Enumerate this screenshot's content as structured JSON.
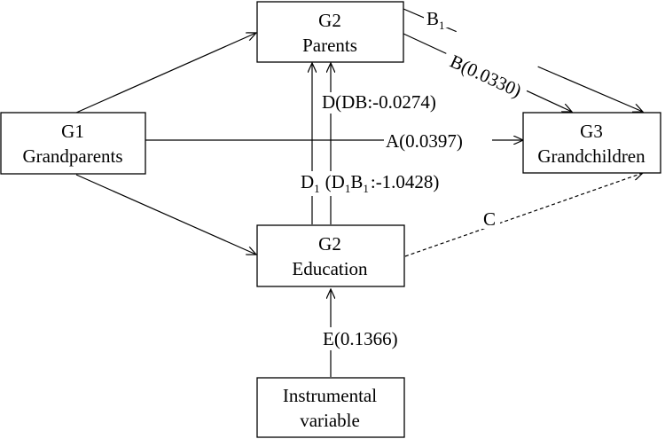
{
  "nodes": {
    "g2_parents": {
      "line1": "G2",
      "line2": "Parents"
    },
    "g1_grandparents": {
      "line1": "G1",
      "line2": "Grandparents"
    },
    "g3_grandchildren": {
      "line1": "G3",
      "line2": "Grandchildren"
    },
    "g2_education": {
      "line1": "G2",
      "line2": "Education"
    },
    "instrument": {
      "line1": "Instrumental",
      "line2": "variable"
    }
  },
  "edges": {
    "b1": {
      "main": "B",
      "sub": "1"
    },
    "b": {
      "label": "B(0.0330)"
    },
    "a": {
      "label": "A(0.0397)"
    },
    "d": {
      "label": "D(DB:-0.0274)"
    },
    "d1": {
      "d_main": "D",
      "d_sub": "1",
      "paren_open": "(D",
      "d1b_sub": "1",
      "b_main": "B",
      "b_sub": "1",
      "value": ":-1.0428)"
    },
    "c": {
      "label": "C"
    },
    "e": {
      "label": "E(0.1366)"
    }
  }
}
